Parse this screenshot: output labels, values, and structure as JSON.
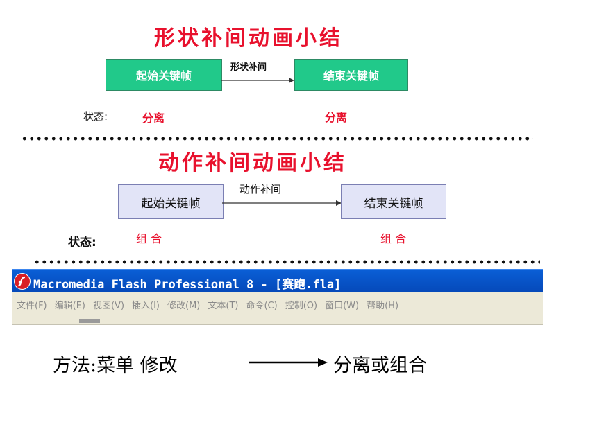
{
  "section1": {
    "title": "形状补间动画小结",
    "start_box": "起始关键帧",
    "arrow_label": "形状补间",
    "end_box": "结束关键帧",
    "state_label": "状态:",
    "state_start": "分离",
    "state_end": "分离"
  },
  "section2": {
    "title": "动作补间动画小结",
    "start_box": "起始关键帧",
    "arrow_label": "动作补间",
    "end_box": "结束关键帧",
    "state_label": "状态:",
    "state_start": "组 合",
    "state_end": "组 合"
  },
  "window": {
    "title": "Macromedia Flash Professional 8 - [赛跑.fla]",
    "app_icon": "flash-icon",
    "menu": [
      "文件(F)",
      "编辑(E)",
      "视图(V)",
      "插入(I)",
      "修改(M)",
      "文本(T)",
      "命令(C)",
      "控制(O)",
      "窗口(W)",
      "帮助(H)"
    ]
  },
  "method": {
    "prefix": "方法:菜单   修改",
    "suffix": "分离或组合"
  },
  "colors": {
    "title_red": "#e8112d",
    "green_box": "#21c98a",
    "lavender_box": "#e2e4f7",
    "title_bar_blue": "#0a5fd6"
  }
}
